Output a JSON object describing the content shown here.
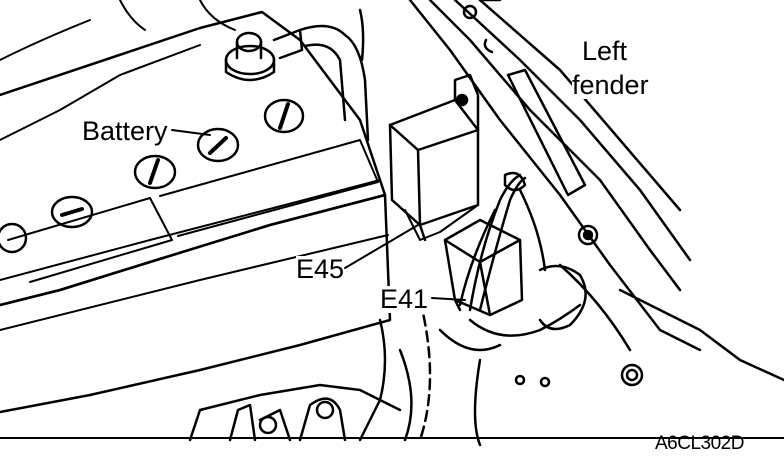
{
  "labels": {
    "battery": "Battery",
    "left_fender_line1": "Left",
    "left_fender_line2": "fender",
    "e45": "E45",
    "e41": "E41",
    "figure_code": "A6CL302D"
  },
  "colors": {
    "ink": "#000000",
    "paper": "#ffffff"
  }
}
